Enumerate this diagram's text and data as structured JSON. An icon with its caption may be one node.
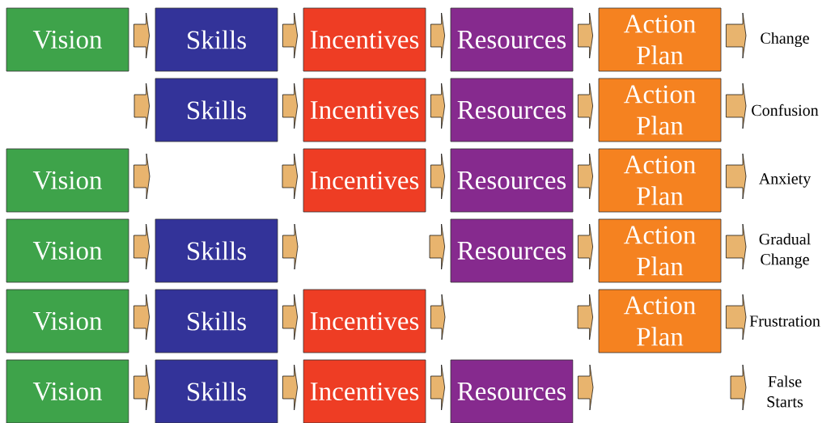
{
  "diagram": {
    "nodes": [
      {
        "text": [
          "Vision"
        ]
      },
      {
        "text": [
          "Skills"
        ]
      },
      {
        "text": [
          "Incentives"
        ]
      },
      {
        "text": [
          "Resources"
        ]
      },
      {
        "text": [
          "Action Plan"
        ]
      },
      {
        "text": [
          "Change"
        ]
      },
      {
        "text": [
          "Skills"
        ]
      },
      {
        "text": [
          "Incentives"
        ]
      },
      {
        "text": [
          "Resources"
        ]
      },
      {
        "text": [
          "Action Plan"
        ]
      },
      {
        "text": [
          "Confusion"
        ]
      },
      {
        "text": [
          "Vision"
        ]
      },
      {
        "text": [
          "Incentives"
        ]
      },
      {
        "text": [
          "Resources"
        ]
      },
      {
        "text": [
          "Action Plan"
        ]
      },
      {
        "text": [
          "Anxiety"
        ]
      },
      {
        "text": [
          "Vision"
        ]
      },
      {
        "text": [
          "Skills"
        ]
      },
      {
        "text": [
          "Resources"
        ]
      },
      {
        "text": [
          "Action Plan"
        ]
      },
      {
        "text": [
          "Gradual Change"
        ]
      },
      {
        "text": [
          "Vision"
        ]
      },
      {
        "text": [
          "Skills"
        ]
      },
      {
        "text": [
          "Incentives"
        ]
      },
      {
        "text": [
          "Action Plan"
        ]
      },
      {
        "text": [
          "Frustration"
        ]
      },
      {
        "text": [
          "Vision"
        ]
      },
      {
        "text": [
          "Skills"
        ]
      },
      {
        "text": [
          "Incentives"
        ]
      },
      {
        "text": [
          "Resources"
        ]
      },
      {
        "text": [
          "False Starts"
        ]
      }
    ],
    "edges": [
      {
        "from": 0,
        "to": 1,
        "arrow": "to"
      },
      {
        "from": 1,
        "to": 2,
        "arrow": "to"
      },
      {
        "from": 2,
        "to": 3,
        "arrow": "to"
      },
      {
        "from": 3,
        "to": 4,
        "arrow": "to"
      },
      {
        "from": 4,
        "to": 5,
        "arrow": "to"
      },
      {
        "from": null,
        "to": 6,
        "arrow": "to"
      },
      {
        "from": 6,
        "to": 7,
        "arrow": "to"
      },
      {
        "from": 7,
        "to": 8,
        "arrow": "to"
      },
      {
        "from": 8,
        "to": 9,
        "arrow": "to"
      },
      {
        "from": 9,
        "to": 10,
        "arrow": "to"
      },
      {
        "from": 11,
        "to": null,
        "arrow": "to"
      },
      {
        "from": null,
        "to": 12,
        "arrow": "to"
      },
      {
        "from": 12,
        "to": 13,
        "arrow": "to"
      },
      {
        "from": 13,
        "to": 14,
        "arrow": "to"
      },
      {
        "from": 14,
        "to": 15,
        "arrow": "to"
      },
      {
        "from": 16,
        "to": 17,
        "arrow": "to"
      },
      {
        "from": 17,
        "to": null,
        "arrow": "to"
      },
      {
        "from": null,
        "to": 18,
        "arrow": "to"
      },
      {
        "from": 18,
        "to": 19,
        "arrow": "to"
      },
      {
        "from": 19,
        "to": 20,
        "arrow": "to"
      },
      {
        "from": 21,
        "to": 22,
        "arrow": "to"
      },
      {
        "from": 22,
        "to": 23,
        "arrow": "to"
      },
      {
        "from": 23,
        "to": null,
        "arrow": "to"
      },
      {
        "from": null,
        "to": 24,
        "arrow": "to"
      },
      {
        "from": 24,
        "to": 25,
        "arrow": "to"
      },
      {
        "from": 26,
        "to": 27,
        "arrow": "to"
      },
      {
        "from": 27,
        "to": 28,
        "arrow": "to"
      },
      {
        "from": 28,
        "to": 29,
        "arrow": "to"
      },
      {
        "from": 29,
        "to": null,
        "arrow": "to"
      },
      {
        "from": null,
        "to": 30,
        "arrow": "to"
      }
    ]
  }
}
